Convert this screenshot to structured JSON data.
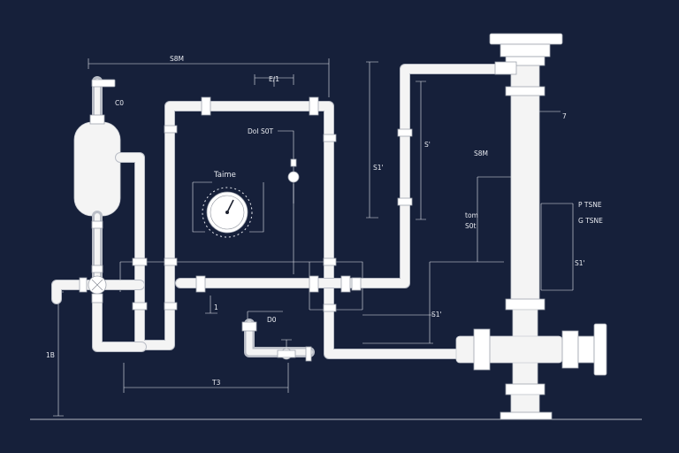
{
  "colors": {
    "background": "#16203a",
    "pipe": "#f4f4f4",
    "line": "#e6e8ee"
  },
  "labels": {
    "top_span": "S8M",
    "vessel_top": "C0",
    "top_mid": "E/1",
    "upper_fitting": "DoI S0T",
    "gauge_title": "Taime",
    "mid_right_1": "S1'",
    "mid_right_2": "S'",
    "column_label": "S8M",
    "right_tag_1": "P TSNE",
    "right_tag_2": "G TSNE",
    "right_dim": "S1'",
    "top_right_short": "7",
    "small_mid_a": "tom",
    "small_mid_b": "S0t",
    "valve_small": "1",
    "small_code": "D0",
    "lower_mid": "S1'",
    "left_height": "1B",
    "bottom_span": "T3"
  }
}
